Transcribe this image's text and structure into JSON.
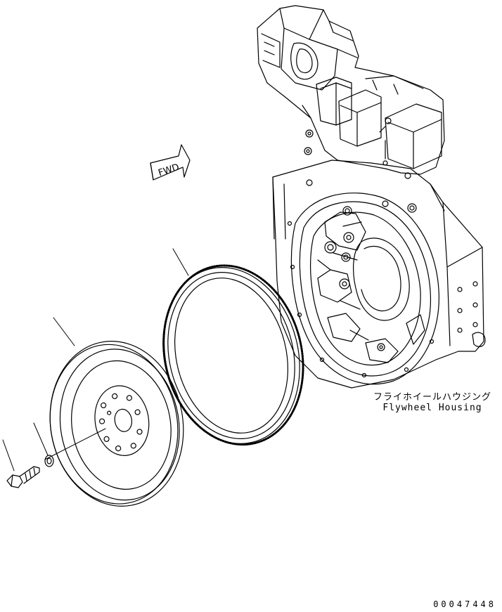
{
  "diagram": {
    "fwd_label": "FWD",
    "housing_label_jp": "フライホイールハウジング",
    "housing_label_en": "Flywheel Housing",
    "drawing_number": "00047448"
  },
  "parts": [
    {
      "name": "flywheel-housing"
    },
    {
      "name": "ring-gear"
    },
    {
      "name": "flywheel"
    },
    {
      "name": "washer"
    },
    {
      "name": "bolt"
    }
  ]
}
